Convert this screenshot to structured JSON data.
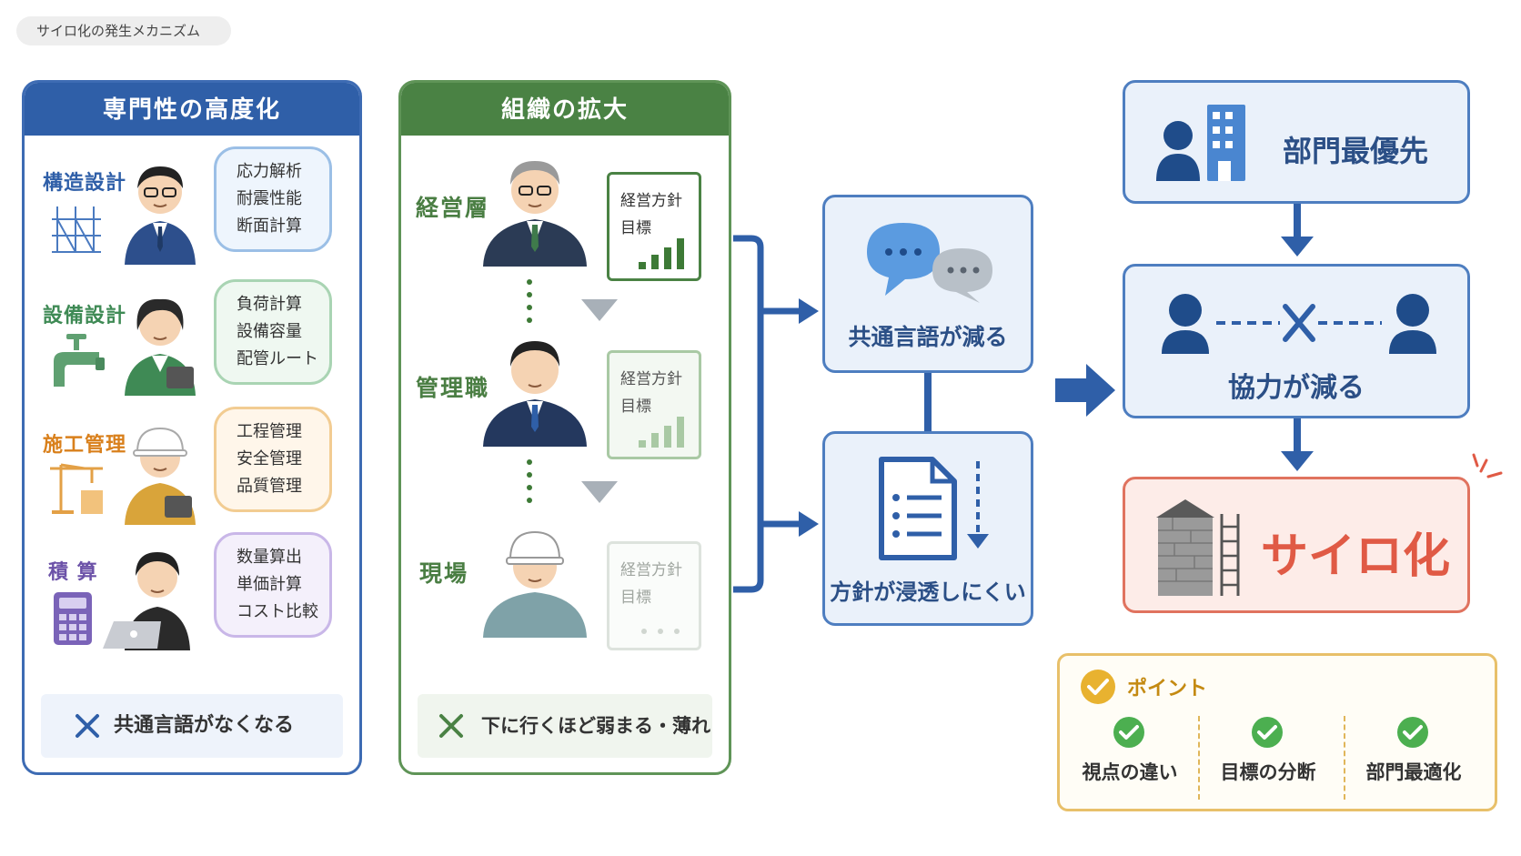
{
  "tag": "サイロ化の発生メカニズム",
  "specialization": {
    "title": "専門性の高度化",
    "roles": [
      {
        "label": "構造設計",
        "color": "#2f5fa8",
        "items": [
          "応力解析",
          "耐震性能",
          "断面計算"
        ]
      },
      {
        "label": "設備設計",
        "color": "#3f8a55",
        "items": [
          "負荷計算",
          "設備容量",
          "配管ルート"
        ]
      },
      {
        "label": "施工管理",
        "color": "#d9801c",
        "items": [
          "工程管理",
          "安全管理",
          "品質管理"
        ]
      },
      {
        "label": "積 算",
        "color": "#6c52a8",
        "items": [
          "数量算出",
          "単価計算",
          "コスト比較"
        ]
      }
    ],
    "footer": "共通言語がなくなる"
  },
  "organization": {
    "title": "組織の拡大",
    "levels": [
      {
        "label": "経営層",
        "doc_lines": [
          "経営方針",
          "目標"
        ]
      },
      {
        "label": "管理職",
        "doc_lines": [
          "経営方針",
          "目標"
        ]
      },
      {
        "label": "現場",
        "doc_lines": [
          "経営方針",
          "目標"
        ]
      }
    ],
    "footer": "下に行くほど弱まる・薄れる"
  },
  "effects": {
    "language": "共通言語が減る",
    "policy": "方針が浸透しにくい"
  },
  "results": {
    "department_first": "部門最優先",
    "cooperation": "協力が減る",
    "silo": "サイロ化"
  },
  "point": {
    "title": "ポイント",
    "items": [
      "視点の違い",
      "目標の分断",
      "部門最適化"
    ]
  },
  "colors": {
    "blue": "#2f5fa8",
    "green": "#4a8244",
    "red": "#e05a45",
    "gold": "#e8b230"
  }
}
